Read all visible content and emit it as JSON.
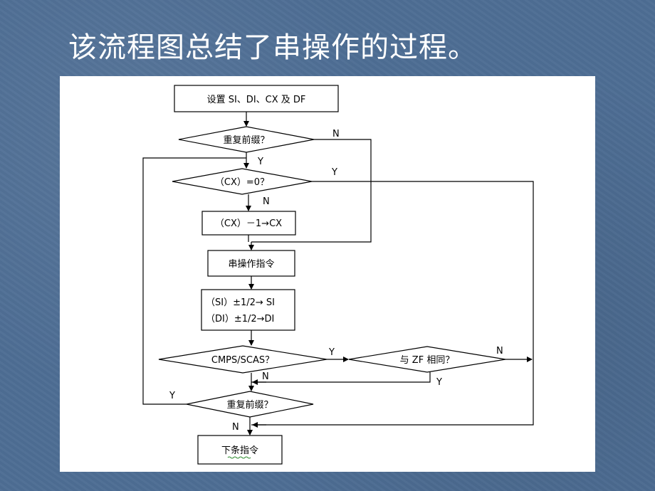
{
  "slide": {
    "title": "该流程图总结了串操作的过程。"
  },
  "flowchart": {
    "nodes": {
      "set_regs": "设置 SI、DI、CX 及 DF",
      "repeat_prefix_1": "重复前缀？",
      "cx_zero": "（CX）=0？",
      "cx_dec": "（CX）－1→CX",
      "string_instr": "串操作指令",
      "si_update": "（SI）±1/2→ SI",
      "di_update": "（DI）±1/2→DI",
      "cmps_scas": "CMPS/SCAS？",
      "zf_same": "与 ZF 相同？",
      "repeat_prefix_2": "重复前缀？",
      "next_instr": "下条指令"
    },
    "edge_labels": {
      "repeat1_no": "N",
      "repeat1_yes": "Y",
      "cxzero_yes": "Y",
      "cxzero_no": "N",
      "cmps_yes": "Y",
      "cmps_no": "N",
      "zf_no": "N",
      "zf_yes": "Y",
      "repeat2_yes": "Y",
      "repeat2_no": "N"
    }
  }
}
